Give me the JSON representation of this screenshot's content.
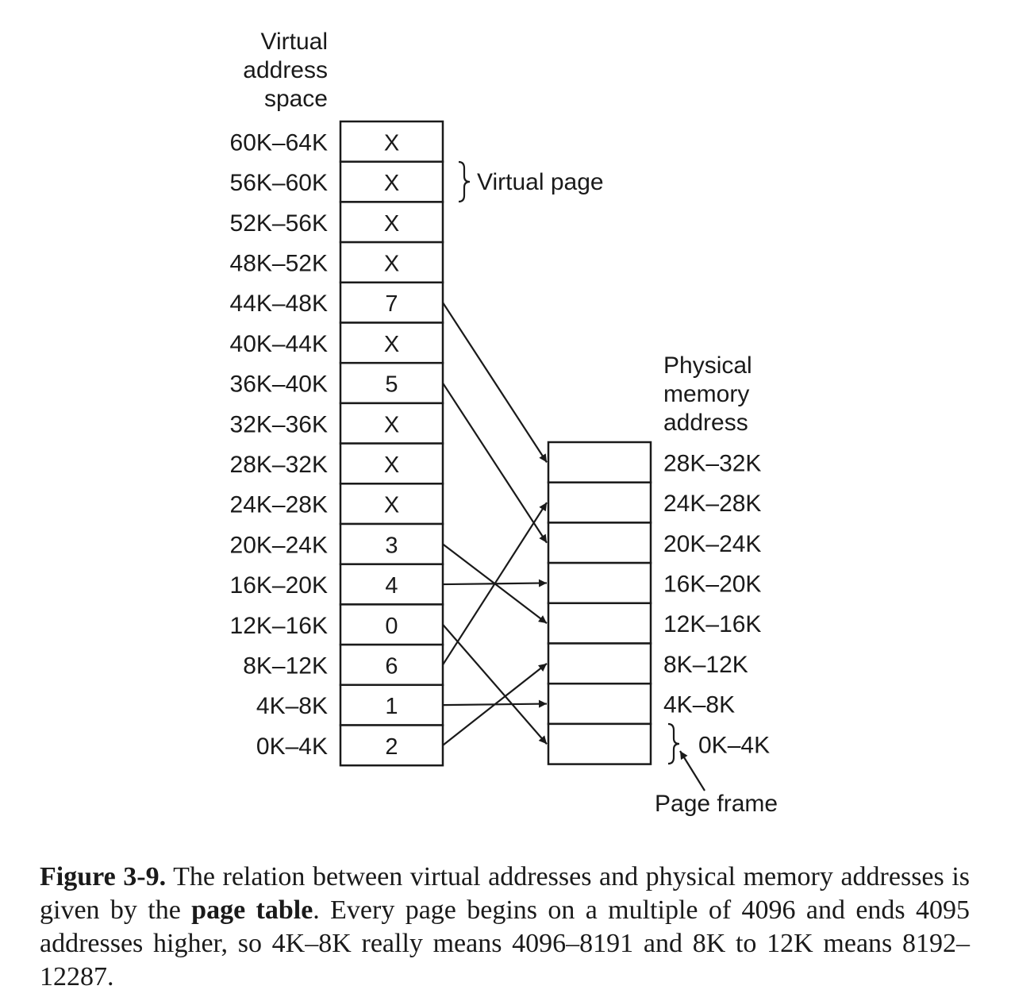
{
  "virtual_heading": [
    "Virtual",
    "address",
    "space"
  ],
  "physical_heading": [
    "Physical",
    "memory",
    "address"
  ],
  "virtual_page_label": "Virtual page",
  "page_frame_label": "Page frame",
  "virtual_pages": [
    {
      "range": "60K–64K",
      "frame": "X"
    },
    {
      "range": "56K–60K",
      "frame": "X"
    },
    {
      "range": "52K–56K",
      "frame": "X"
    },
    {
      "range": "48K–52K",
      "frame": "X"
    },
    {
      "range": "44K–48K",
      "frame": "7"
    },
    {
      "range": "40K–44K",
      "frame": "X"
    },
    {
      "range": "36K–40K",
      "frame": "5"
    },
    {
      "range": "32K–36K",
      "frame": "X"
    },
    {
      "range": "28K–32K",
      "frame": "X"
    },
    {
      "range": "24K–28K",
      "frame": "X"
    },
    {
      "range": "20K–24K",
      "frame": "3"
    },
    {
      "range": "16K–20K",
      "frame": "4"
    },
    {
      "range": "12K–16K",
      "frame": "0"
    },
    {
      "range": "8K–12K",
      "frame": "6"
    },
    {
      "range": "4K–8K",
      "frame": "1"
    },
    {
      "range": "0K–4K",
      "frame": "2"
    }
  ],
  "physical_frames": [
    "28K–32K",
    "24K–28K",
    "20K–24K",
    "16K–20K",
    "12K–16K",
    "8K–12K",
    "4K–8K",
    "0K–4K"
  ],
  "caption": {
    "label": "Figure 3-9.",
    "text_1": " The relation between virtual addresses and physical memory addresses is given by the ",
    "bold_term": "page table",
    "text_2": ".  Every page begins on a multiple of 4096 and ends 4095 addresses higher, so 4K–8K really means 4096–8191 and 8K to 12K means 8192–12287."
  }
}
